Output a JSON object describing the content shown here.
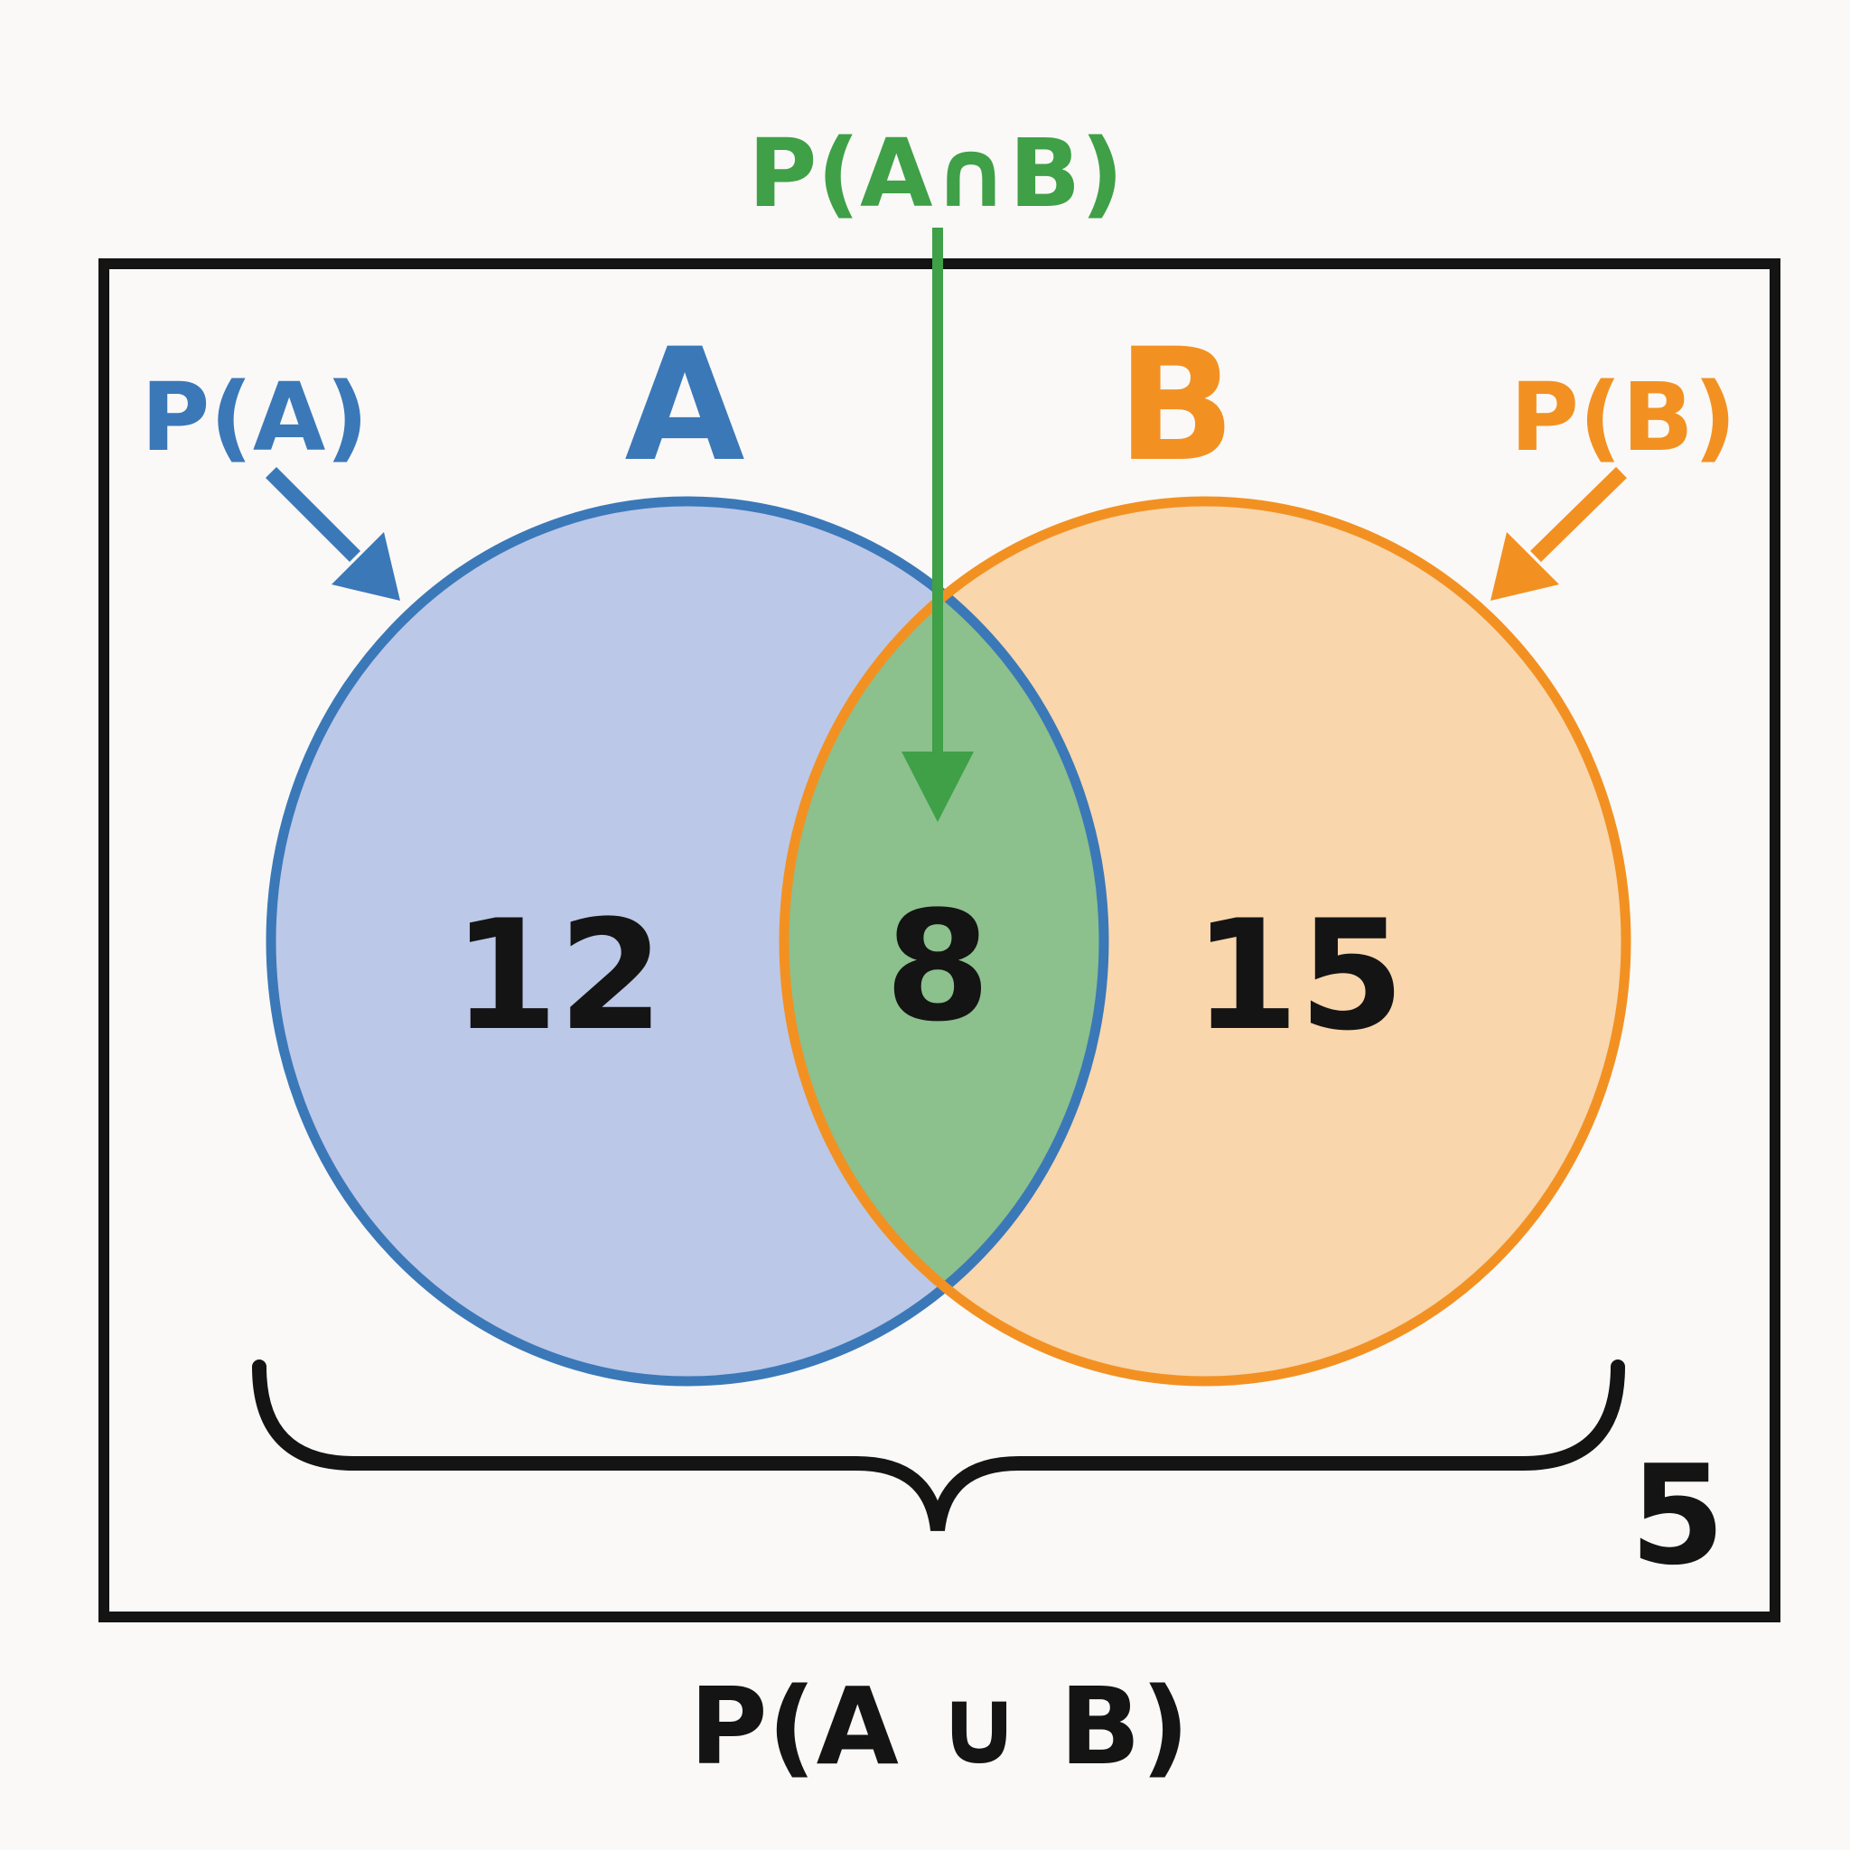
{
  "diagram": {
    "intersection_label": "P(A∩B)",
    "union_label": "P(A ∪ B)",
    "set_a": {
      "label": "A",
      "pointer_label": "P(A)",
      "count": "12"
    },
    "set_b": {
      "label": "B",
      "pointer_label": "P(B)",
      "count": "15"
    },
    "intersection": {
      "count": "8"
    },
    "outside_count": "5",
    "colors": {
      "blue_stroke": "#3b78b8",
      "blue_fill": "#bcc8e8",
      "orange_stroke": "#f29122",
      "orange_fill": "#f9d6ac",
      "green": "#3fa047",
      "green_fill": "#8cc08d",
      "ink": "#141414",
      "background": "#faf9f7"
    }
  }
}
